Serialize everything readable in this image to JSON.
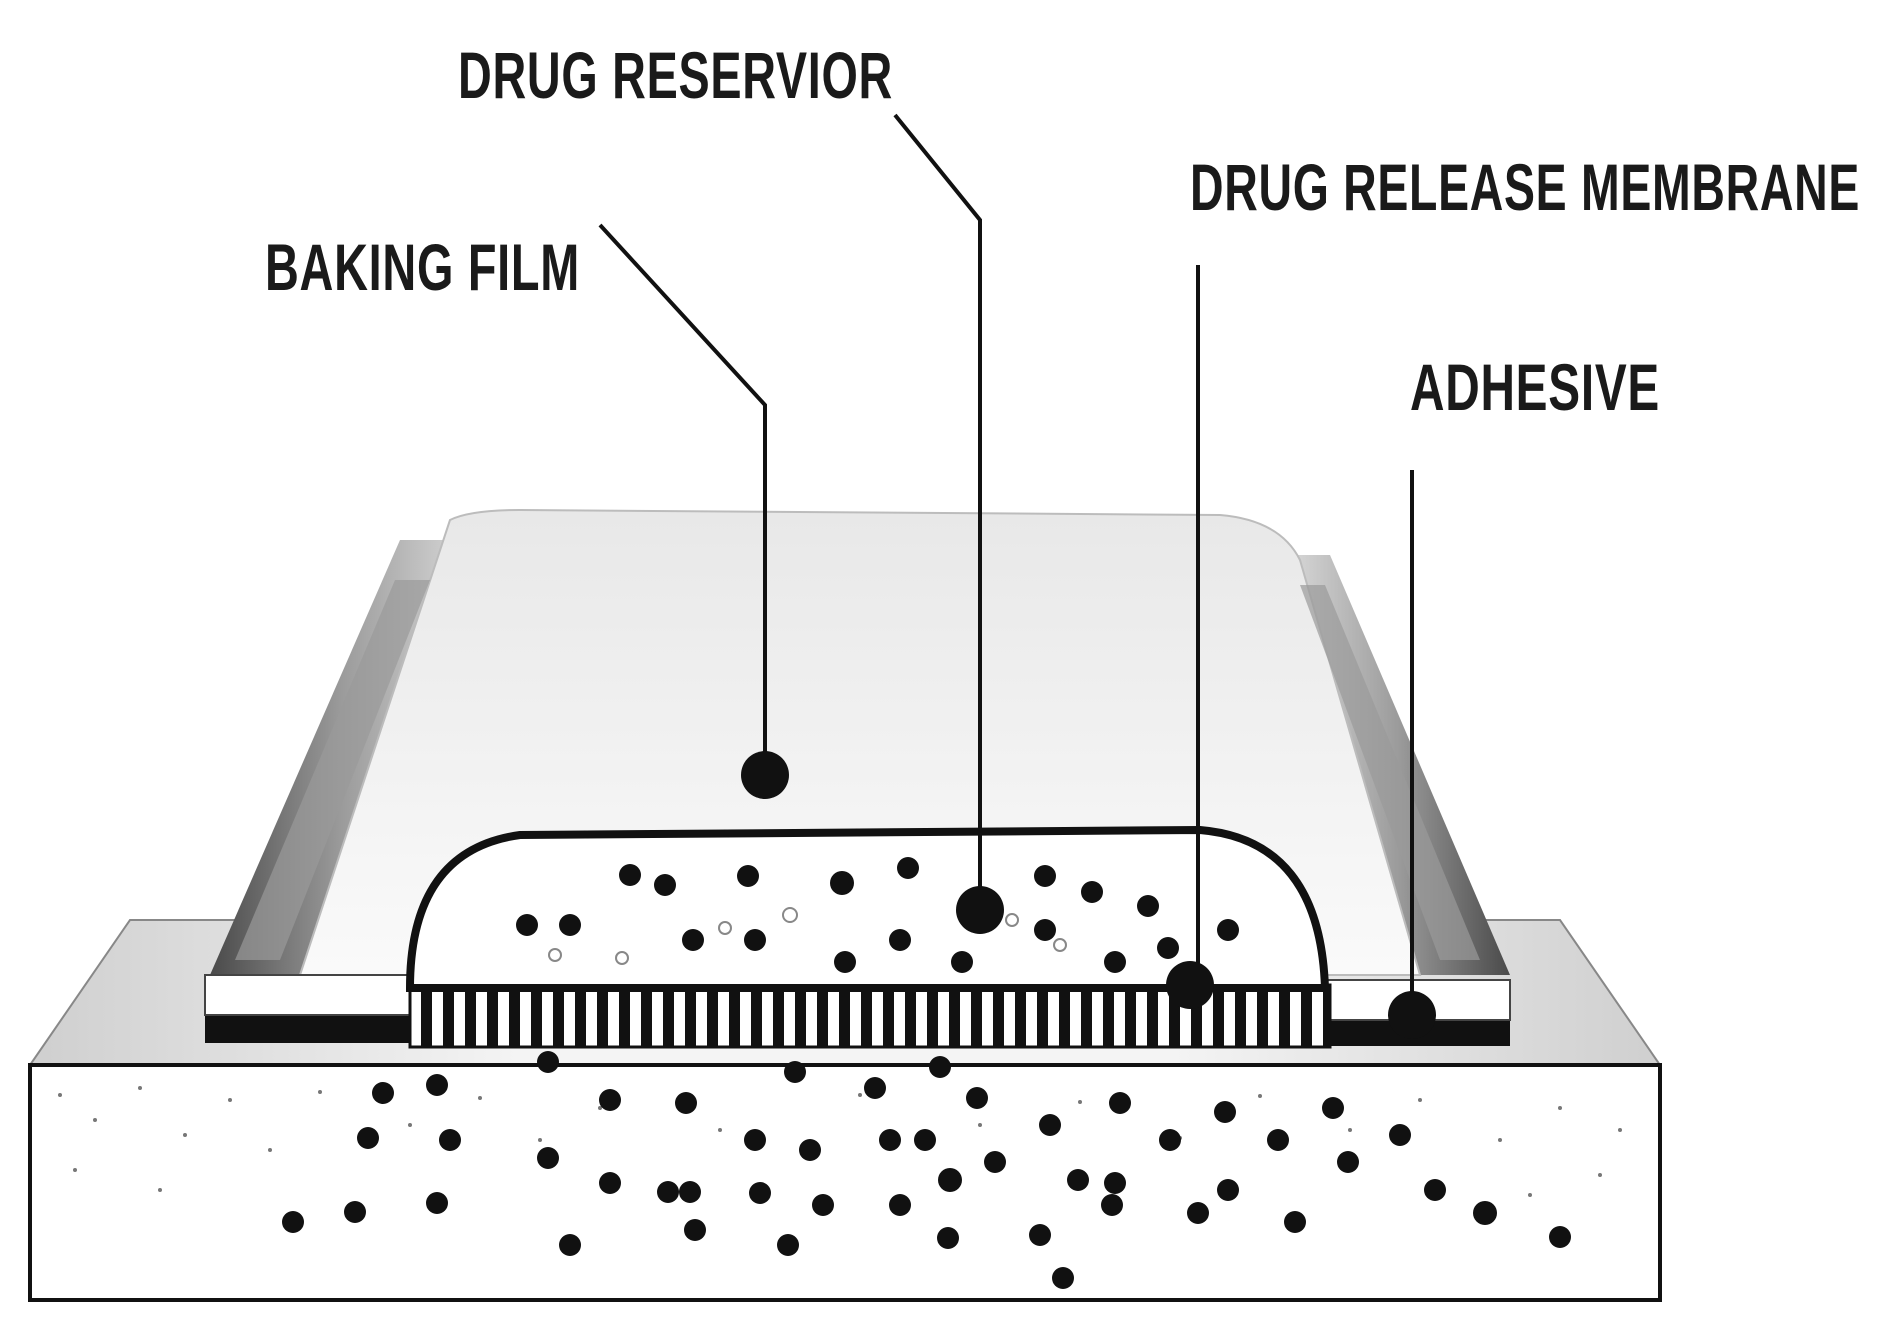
{
  "labels": {
    "drug_reservoir": "DRUG RESERVIOR",
    "backing_film": "BAKING FILM",
    "drug_release_membrane": "DRUG RELEASE MEMBRANE",
    "adhesive": "ADHESIVE"
  },
  "colors": {
    "ink": "#111111",
    "paper": "#ffffff",
    "patch_light": "#f2f2f2",
    "patch_shadow": "#8a8a8a"
  }
}
